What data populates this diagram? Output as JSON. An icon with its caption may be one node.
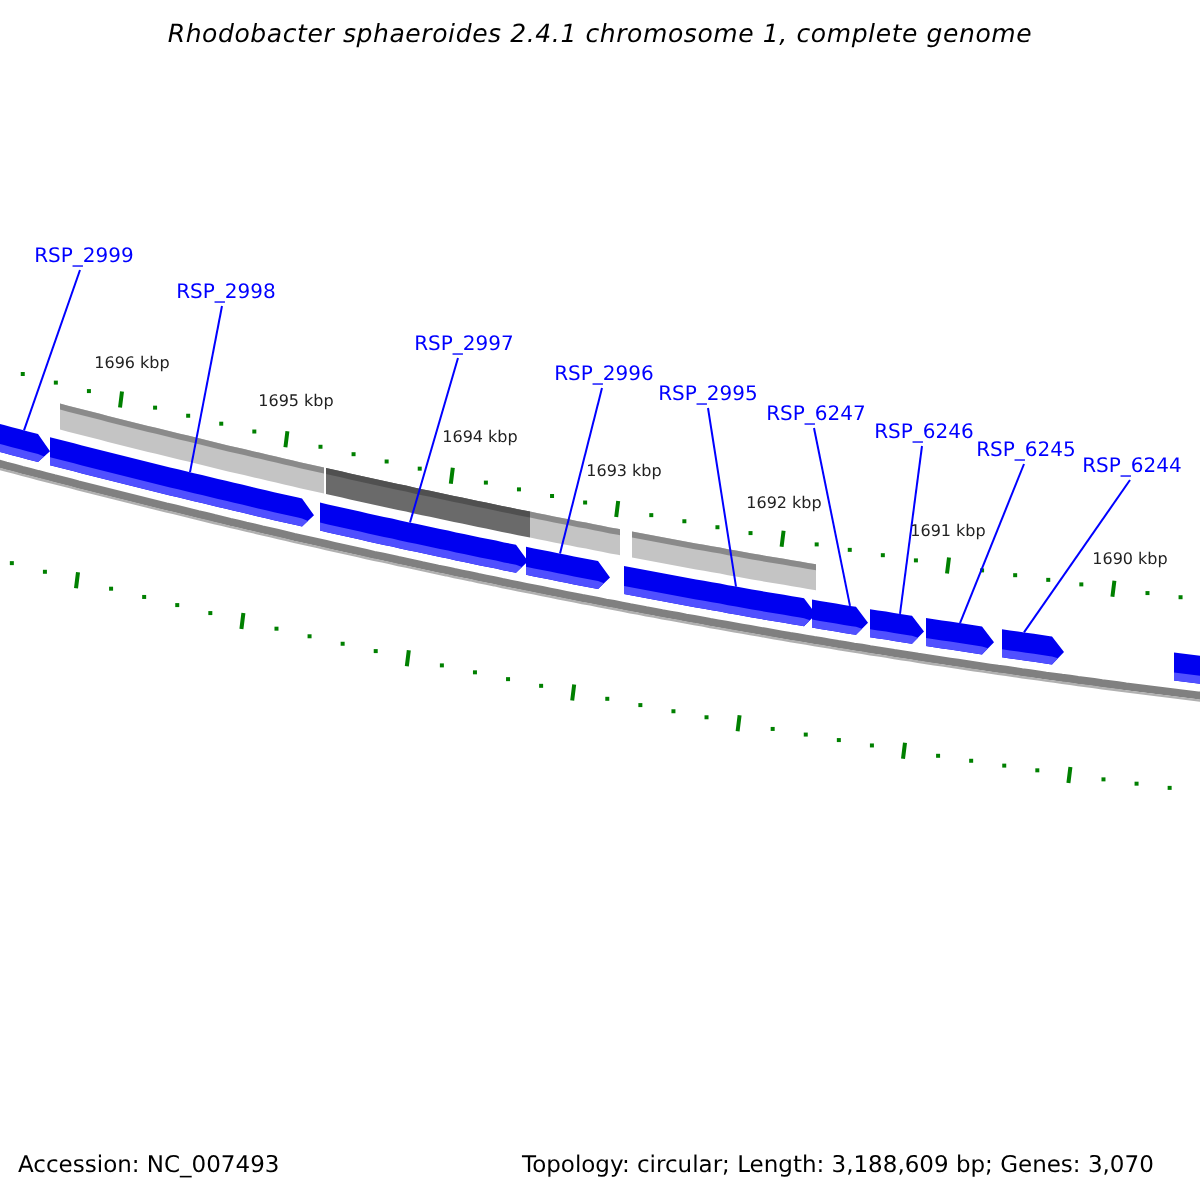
{
  "diagram": {
    "title": "Rhodobacter sphaeroides 2.4.1 chromosome 1, complete genome",
    "nodes": [
      {
        "text": [
          "RSP_2999"
        ]
      },
      {
        "text": [
          "RSP_2998"
        ]
      },
      {
        "text": [
          "RSP_2997"
        ]
      },
      {
        "text": [
          "RSP_2996"
        ]
      },
      {
        "text": [
          "RSP_2995"
        ]
      },
      {
        "text": [
          "RSP_6247"
        ]
      },
      {
        "text": [
          "RSP_6246"
        ]
      },
      {
        "text": [
          "RSP_6245"
        ]
      },
      {
        "text": [
          "RSP_6244"
        ]
      },
      {
        "text": [],
        "shape": "bar"
      },
      {
        "text": [],
        "shape": "bar"
      },
      {
        "text": [],
        "shape": "bar"
      },
      {
        "text": [],
        "shape": "bar"
      },
      {
        "text": [],
        "shape": "bar"
      },
      {
        "text": [],
        "shape": "bar"
      },
      {
        "text": [],
        "shape": "bar"
      },
      {
        "text": [],
        "shape": "bar"
      },
      {
        "text": [],
        "shape": "bar"
      },
      {
        "text": [],
        "shape": "bar"
      }
    ],
    "edges": [
      {
        "from": 0,
        "to": 9,
        "arrow": "none"
      },
      {
        "from": 1,
        "to": 10,
        "arrow": "none"
      },
      {
        "from": 2,
        "to": 11,
        "arrow": "none"
      },
      {
        "from": 3,
        "to": 12,
        "arrow": "none"
      },
      {
        "from": 4,
        "to": 13,
        "arrow": "none"
      },
      {
        "from": 5,
        "to": 14,
        "arrow": "none"
      },
      {
        "from": 6,
        "to": 15,
        "arrow": "none"
      },
      {
        "from": 7,
        "to": 16,
        "arrow": "none"
      },
      {
        "from": 8,
        "to": 17,
        "arrow": "none"
      }
    ],
    "labels": [
      "1696 kbp",
      "1695 kbp",
      "1694 kbp",
      "1693 kbp",
      "1692 kbp",
      "1691 kbp",
      "1690 kbp",
      "Accession: NC_007493",
      "Topology: circular; Length: 3,188,609 bp; Genes: 3,070"
    ]
  }
}
